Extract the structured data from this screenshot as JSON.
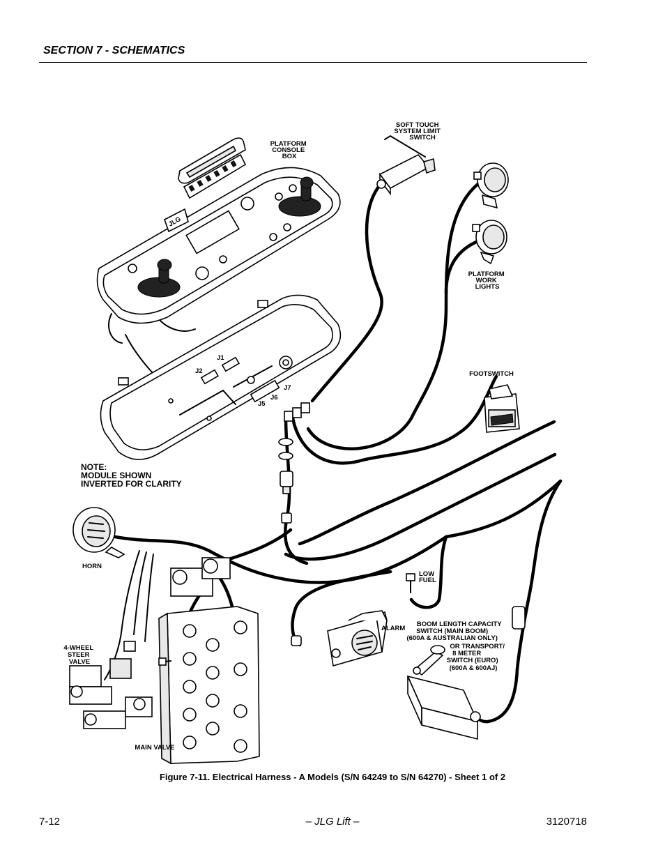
{
  "header": {
    "section": "SECTION 7 - SCHEMATICS"
  },
  "diagram": {
    "labels": {
      "soft_touch": [
        "SOFT TOUCH",
        "SYSTEM LIMIT",
        "SWITCH"
      ],
      "platform_console": [
        "PLATFORM",
        "CONSOLE",
        "BOX"
      ],
      "platform_work_lights": [
        "PLATFORM",
        "WORK",
        "LIGHTS"
      ],
      "footswitch": "FOOTSWITCH",
      "j1": "J1",
      "j2": "J2",
      "j5": "J5",
      "j6": "J6",
      "j7": "J7",
      "note": [
        "NOTE:",
        "MODULE SHOWN",
        "INVERTED FOR CLARITY"
      ],
      "horn": "HORN",
      "low_fuel": [
        "LOW",
        "FUEL"
      ],
      "alarm": "ALARM",
      "boom_length": [
        "BOOM LENGTH CAPACITY",
        "SWITCH (MAIN BOOM)",
        "(600A & AUSTRALIAN ONLY)",
        "OR TRANSPORT/",
        "8 METER",
        "SWITCH (EURO)",
        "(600A & 600AJ)"
      ],
      "four_wheel_steer": [
        "4-WHEEL",
        "STEER",
        "VALVE"
      ],
      "main_valve": "MAIN VALVE",
      "console_logo": "JLG"
    }
  },
  "caption": "Figure 7-11.  Electrical Harness - A Models (S/N 64249 to S/N 64270) - Sheet 1 of 2",
  "footer": {
    "page": "7-12",
    "brand": "– JLG Lift –",
    "doc_number": "3120718"
  }
}
